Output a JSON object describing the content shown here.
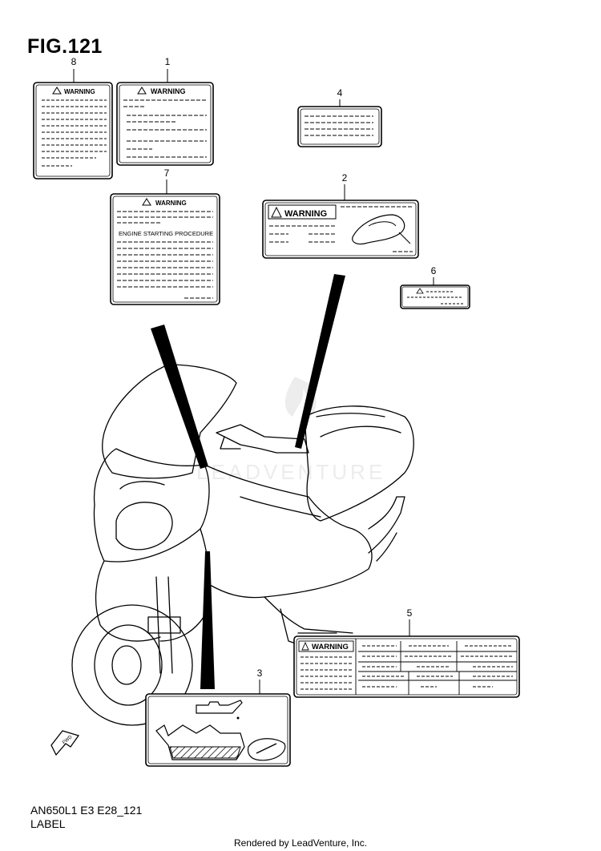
{
  "figure": {
    "title": "FIG.121",
    "code": "AN650L1 E3 E28_121",
    "section": "LABEL",
    "footer": "Rendered by LeadVenture, Inc.",
    "watermark": "LEADVENTURE"
  },
  "callouts": [
    "1",
    "2",
    "3",
    "4",
    "5",
    "6",
    "7",
    "8"
  ],
  "labels": {
    "warning": "WARNING",
    "engine_starting_procedure": "ENGINE STARTING PROCEDURE",
    "fwd": "FWD"
  }
}
